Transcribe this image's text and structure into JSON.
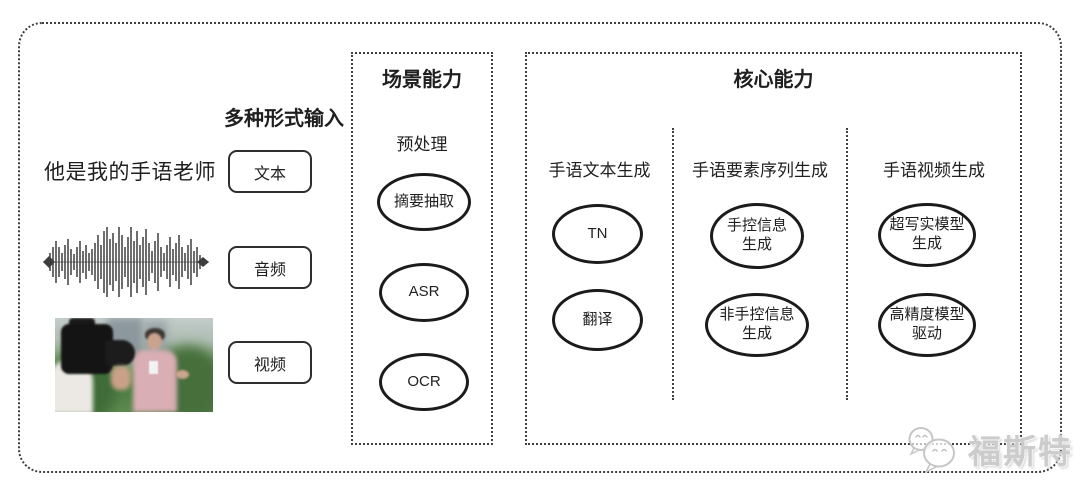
{
  "input_section": {
    "title": "多种形式输入",
    "sample_text": "他是我的手语老师",
    "items": [
      {
        "label": "文本"
      },
      {
        "label": "音频"
      },
      {
        "label": "视频"
      }
    ]
  },
  "scene_section": {
    "title": "场景能力",
    "subtitle": "预处理",
    "nodes": [
      "摘要抽取",
      "ASR",
      "OCR"
    ]
  },
  "core_section": {
    "title": "核心能力",
    "columns": [
      {
        "header": "手语文本生成",
        "nodes": [
          {
            "lines": [
              "TN"
            ]
          },
          {
            "lines": [
              "翻译"
            ]
          }
        ]
      },
      {
        "header": "手语要素序列生成",
        "nodes": [
          {
            "lines": [
              "手控信息",
              "生成"
            ]
          },
          {
            "lines": [
              "非手控信息",
              "生成"
            ]
          }
        ]
      },
      {
        "header": "手语视频生成",
        "nodes": [
          {
            "lines": [
              "超写实模型",
              "生成"
            ]
          },
          {
            "lines": [
              "高精度模型",
              "驱动"
            ]
          }
        ]
      }
    ]
  },
  "watermark": {
    "text": "福斯特"
  },
  "icons": {
    "waveform": "audio-waveform-icon",
    "photo": "reporter-filming-photo",
    "watermark_logo": "speech-bubbles-icon"
  },
  "colors": {
    "border": "#3f3f3f",
    "node_stroke": "#1b1b1b",
    "watermark": "#cccccc",
    "background": "#ffffff"
  }
}
